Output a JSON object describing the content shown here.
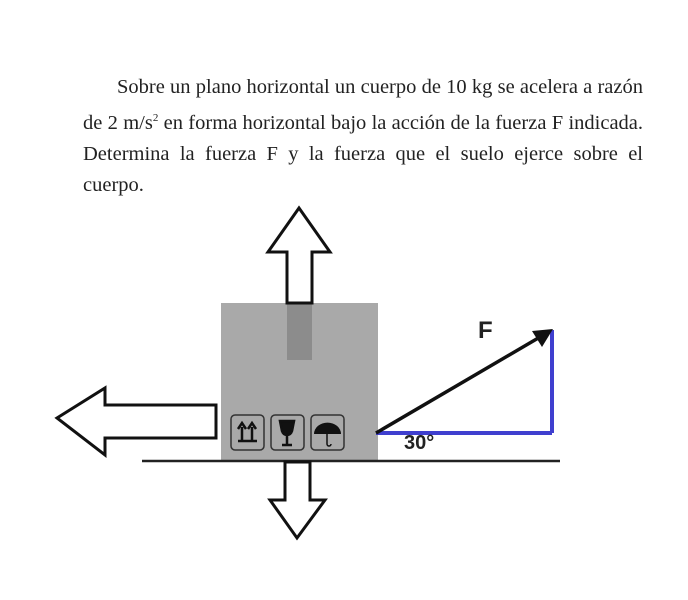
{
  "problem": {
    "text_before_sup": "Sobre un plano horizontal un cuerpo de 10 kg se acelera a razón de 2 m/s",
    "sup": "2",
    "text_after_sup": " en forma horizontal bajo la acción de la fuerza F indicada. Determina la fuerza F y la fuerza que el suelo ejerce sobre el cuerpo."
  },
  "diagram": {
    "force_label": "F",
    "angle_label": "30°",
    "angle_deg": 30,
    "colors": {
      "box": "#a9a9a9",
      "tape": "#8c8c8c",
      "component_lines": "#3f3fcf",
      "arrow": "#111111"
    }
  }
}
